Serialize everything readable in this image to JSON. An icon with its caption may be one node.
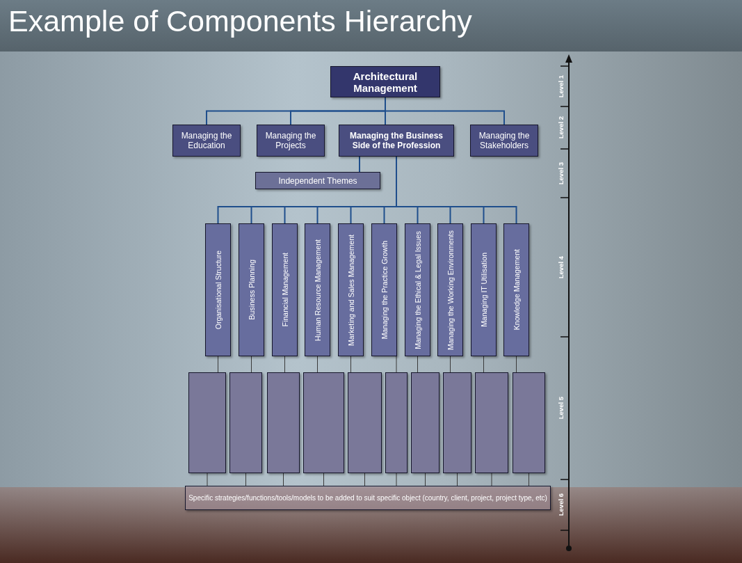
{
  "diagram": {
    "title": "Example of Components Hierarchy",
    "nodes": [
      {
        "text": [
          "Architectural Management"
        ]
      },
      {
        "text": [
          "Managing the Education"
        ]
      },
      {
        "text": [
          "Managing the Projects"
        ]
      },
      {
        "text": [
          "Managing the Business Side of the Profession"
        ]
      },
      {
        "text": [
          "Managing the Stakeholders"
        ]
      },
      {
        "text": [
          "Independent Themes"
        ]
      },
      {
        "text": [
          "Organisational Structure"
        ]
      },
      {
        "text": [
          "Business Planning"
        ]
      },
      {
        "text": [
          "Financial Management"
        ]
      },
      {
        "text": [
          "Human Resource Management"
        ]
      },
      {
        "text": [
          "Marketing and Sales Management"
        ]
      },
      {
        "text": [
          "Managing the Practice Growth"
        ]
      },
      {
        "text": [
          "Managing the Ethical & Legal Issues"
        ]
      },
      {
        "text": [
          "Managing the Working Environments"
        ]
      },
      {
        "text": [
          "Managing IT Utilisation"
        ]
      },
      {
        "text": [
          "Knowledge Management"
        ]
      },
      {
        "text": [],
        "shape": "box"
      },
      {
        "text": [],
        "shape": "box"
      },
      {
        "text": [],
        "shape": "box"
      },
      {
        "text": [],
        "shape": "box"
      },
      {
        "text": [],
        "shape": "box"
      },
      {
        "text": [],
        "shape": "box"
      },
      {
        "text": [],
        "shape": "box"
      },
      {
        "text": [],
        "shape": "box"
      },
      {
        "text": [],
        "shape": "box"
      },
      {
        "text": [],
        "shape": "box"
      },
      {
        "text": [
          "Specific strategies/functions/tools/models to be added to suit specific object (country, client, project, project type, etc)"
        ]
      }
    ],
    "edges": [
      {
        "from": 0,
        "to": 1,
        "arrow": "none",
        "color": "#1f4e8c"
      },
      {
        "from": 0,
        "to": 2,
        "arrow": "none",
        "color": "#1f4e8c"
      },
      {
        "from": 0,
        "to": 3,
        "arrow": "none",
        "color": "#1f4e8c"
      },
      {
        "from": 0,
        "to": 4,
        "arrow": "none",
        "color": "#1f4e8c"
      },
      {
        "from": 3,
        "to": 5,
        "arrow": "none",
        "color": "#1f4e8c"
      },
      {
        "from": 3,
        "to": 6,
        "arrow": "none",
        "color": "#1f4e8c"
      },
      {
        "from": 3,
        "to": 7,
        "arrow": "none",
        "color": "#1f4e8c"
      },
      {
        "from": 3,
        "to": 8,
        "arrow": "none",
        "color": "#1f4e8c"
      },
      {
        "from": 3,
        "to": 9,
        "arrow": "none",
        "color": "#1f4e8c"
      },
      {
        "from": 3,
        "to": 10,
        "arrow": "none",
        "color": "#1f4e8c"
      },
      {
        "from": 3,
        "to": 11,
        "arrow": "none",
        "color": "#1f4e8c"
      },
      {
        "from": 3,
        "to": 12,
        "arrow": "none",
        "color": "#1f4e8c"
      },
      {
        "from": 3,
        "to": 13,
        "arrow": "none",
        "color": "#1f4e8c"
      },
      {
        "from": 3,
        "to": 14,
        "arrow": "none",
        "color": "#1f4e8c"
      },
      {
        "from": 3,
        "to": 15,
        "arrow": "none",
        "color": "#1f4e8c"
      },
      {
        "from": 6,
        "to": 16,
        "arrow": "none"
      },
      {
        "from": 7,
        "to": 17,
        "arrow": "none"
      },
      {
        "from": 8,
        "to": 18,
        "arrow": "none"
      },
      {
        "from": 9,
        "to": 19,
        "arrow": "none"
      },
      {
        "from": 10,
        "to": 20,
        "arrow": "none"
      },
      {
        "from": 11,
        "to": 21,
        "arrow": "none"
      },
      {
        "from": 12,
        "to": 22,
        "arrow": "none"
      },
      {
        "from": 13,
        "to": 23,
        "arrow": "none"
      },
      {
        "from": 14,
        "to": 24,
        "arrow": "none"
      },
      {
        "from": 15,
        "to": 25,
        "arrow": "none"
      },
      {
        "from": 16,
        "to": 26,
        "arrow": "none"
      },
      {
        "from": 17,
        "to": 26,
        "arrow": "none"
      },
      {
        "from": 18,
        "to": 26,
        "arrow": "none"
      },
      {
        "from": 19,
        "to": 26,
        "arrow": "none"
      },
      {
        "from": 20,
        "to": 26,
        "arrow": "none"
      },
      {
        "from": 21,
        "to": 26,
        "arrow": "none"
      },
      {
        "from": 22,
        "to": 26,
        "arrow": "none"
      },
      {
        "from": 23,
        "to": 26,
        "arrow": "none"
      },
      {
        "from": 24,
        "to": 26,
        "arrow": "none"
      },
      {
        "from": 25,
        "to": 26,
        "arrow": "none"
      }
    ],
    "labels": [
      "Level 1",
      "Level 2",
      "Level 3",
      "Level 4",
      "Level 5",
      "Level 6"
    ]
  }
}
